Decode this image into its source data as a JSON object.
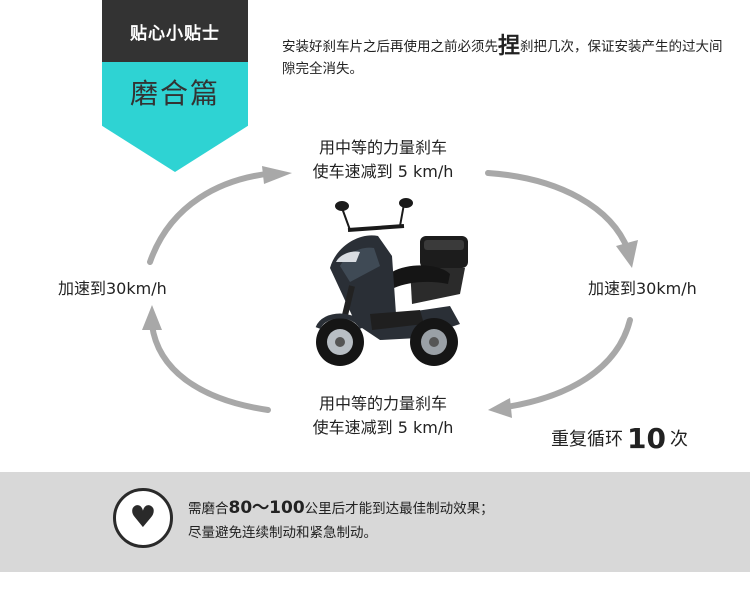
{
  "badge": {
    "tip_title": "贴心小贴士",
    "section_title": "磨合篇"
  },
  "intro": {
    "part1": "安装好刹车片之后再使用之前必须先",
    "emphasis": "捏",
    "part2": "刹把几次，保证安装产生的过大间隙完全消失。"
  },
  "cycle": {
    "top_line1": "用中等的力量刹车",
    "top_line2": "使车速减到 5 km/h",
    "bottom_line1": "用中等的力量刹车",
    "bottom_line2": "使车速减到 5 km/h",
    "left": "加速到30km/h",
    "right": "加速到30km/h"
  },
  "repeat": {
    "prefix": "重复循环",
    "count": "10",
    "suffix": "次"
  },
  "tip": {
    "line1_prefix": "需磨合",
    "line1_range": "80～100",
    "line1_suffix": "公里后才能到达最佳制动效果；",
    "line2": "尽量避免连续制动和紧急制动。"
  },
  "icons": {
    "heart": "heart-icon",
    "scooter": "electric-scooter-image"
  },
  "colors": {
    "teal": "#2ed3d3",
    "dark": "#333333",
    "band": "#d8d8d8",
    "arrow": "#a8a8a8"
  }
}
